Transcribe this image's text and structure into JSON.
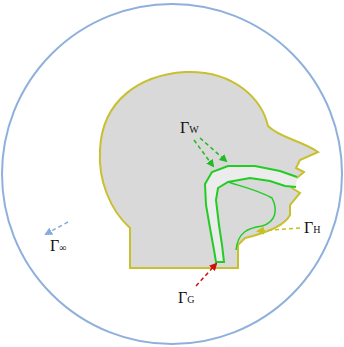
{
  "diagram": {
    "labels": [
      "ΓW",
      "ΓH",
      "ΓG",
      "Γ∞"
    ]
  }
}
